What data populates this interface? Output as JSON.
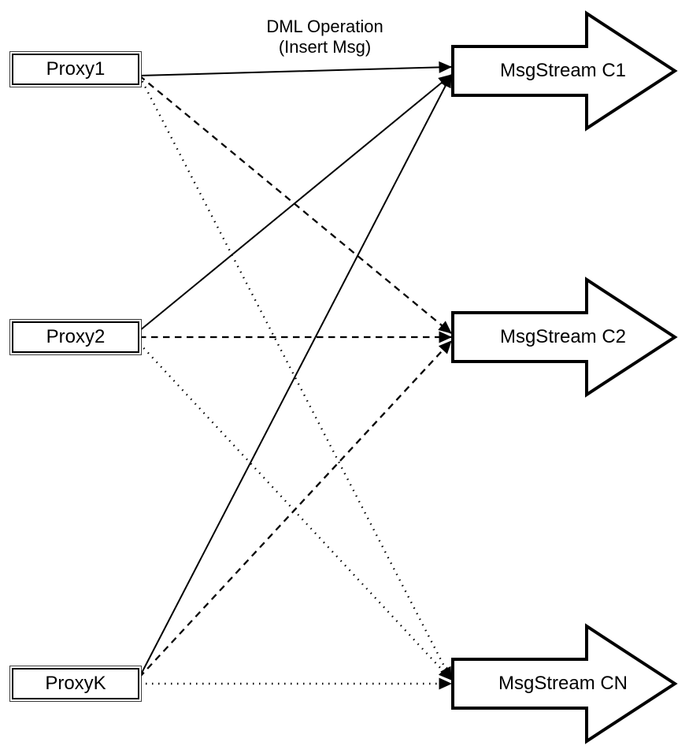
{
  "diagram": {
    "annotation": {
      "line1": "DML Operation",
      "line2": "(Insert Msg)"
    },
    "proxies": [
      {
        "id": "proxy1",
        "label": "Proxy1"
      },
      {
        "id": "proxy2",
        "label": "Proxy2"
      },
      {
        "id": "proxyk",
        "label": "ProxyK"
      }
    ],
    "streams": [
      {
        "id": "c1",
        "label": "MsgStream C1"
      },
      {
        "id": "c2",
        "label": "MsgStream C2"
      },
      {
        "id": "cn",
        "label": "MsgStream CN"
      }
    ],
    "edges": [
      {
        "from": "proxy1",
        "to": "c1",
        "style": "solid"
      },
      {
        "from": "proxy1",
        "to": "c2",
        "style": "dashed"
      },
      {
        "from": "proxy1",
        "to": "cn",
        "style": "dotted"
      },
      {
        "from": "proxy2",
        "to": "c1",
        "style": "solid"
      },
      {
        "from": "proxy2",
        "to": "c2",
        "style": "dashed"
      },
      {
        "from": "proxy2",
        "to": "cn",
        "style": "dotted"
      },
      {
        "from": "proxyk",
        "to": "c1",
        "style": "solid"
      },
      {
        "from": "proxyk",
        "to": "c2",
        "style": "dashed"
      },
      {
        "from": "proxyk",
        "to": "cn",
        "style": "dotted"
      }
    ],
    "colors": {
      "ink": "#000000",
      "background": "#ffffff"
    }
  }
}
